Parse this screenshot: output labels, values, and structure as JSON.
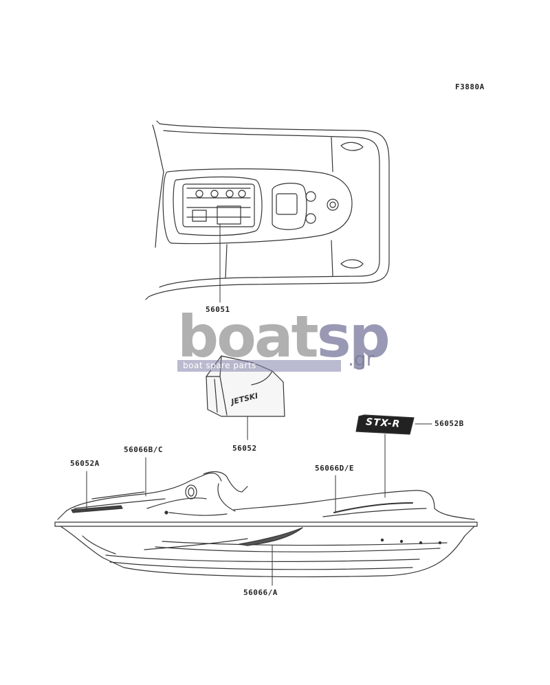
{
  "figure_id": "F3880A",
  "callouts": {
    "c56051": "56051",
    "c56052": "56052",
    "c56052A": "56052A",
    "c56052B": "56052B",
    "c56066BC": "56066B/C",
    "c56066DE": "56066D/E",
    "c56066A": "56066/A"
  },
  "decals": {
    "jetski": "JETSKI",
    "stxr": "STX-R"
  },
  "watermark": {
    "word1": "boat",
    "word2": "sp",
    "tld": ".gr",
    "tagline": "boat spare parts"
  }
}
